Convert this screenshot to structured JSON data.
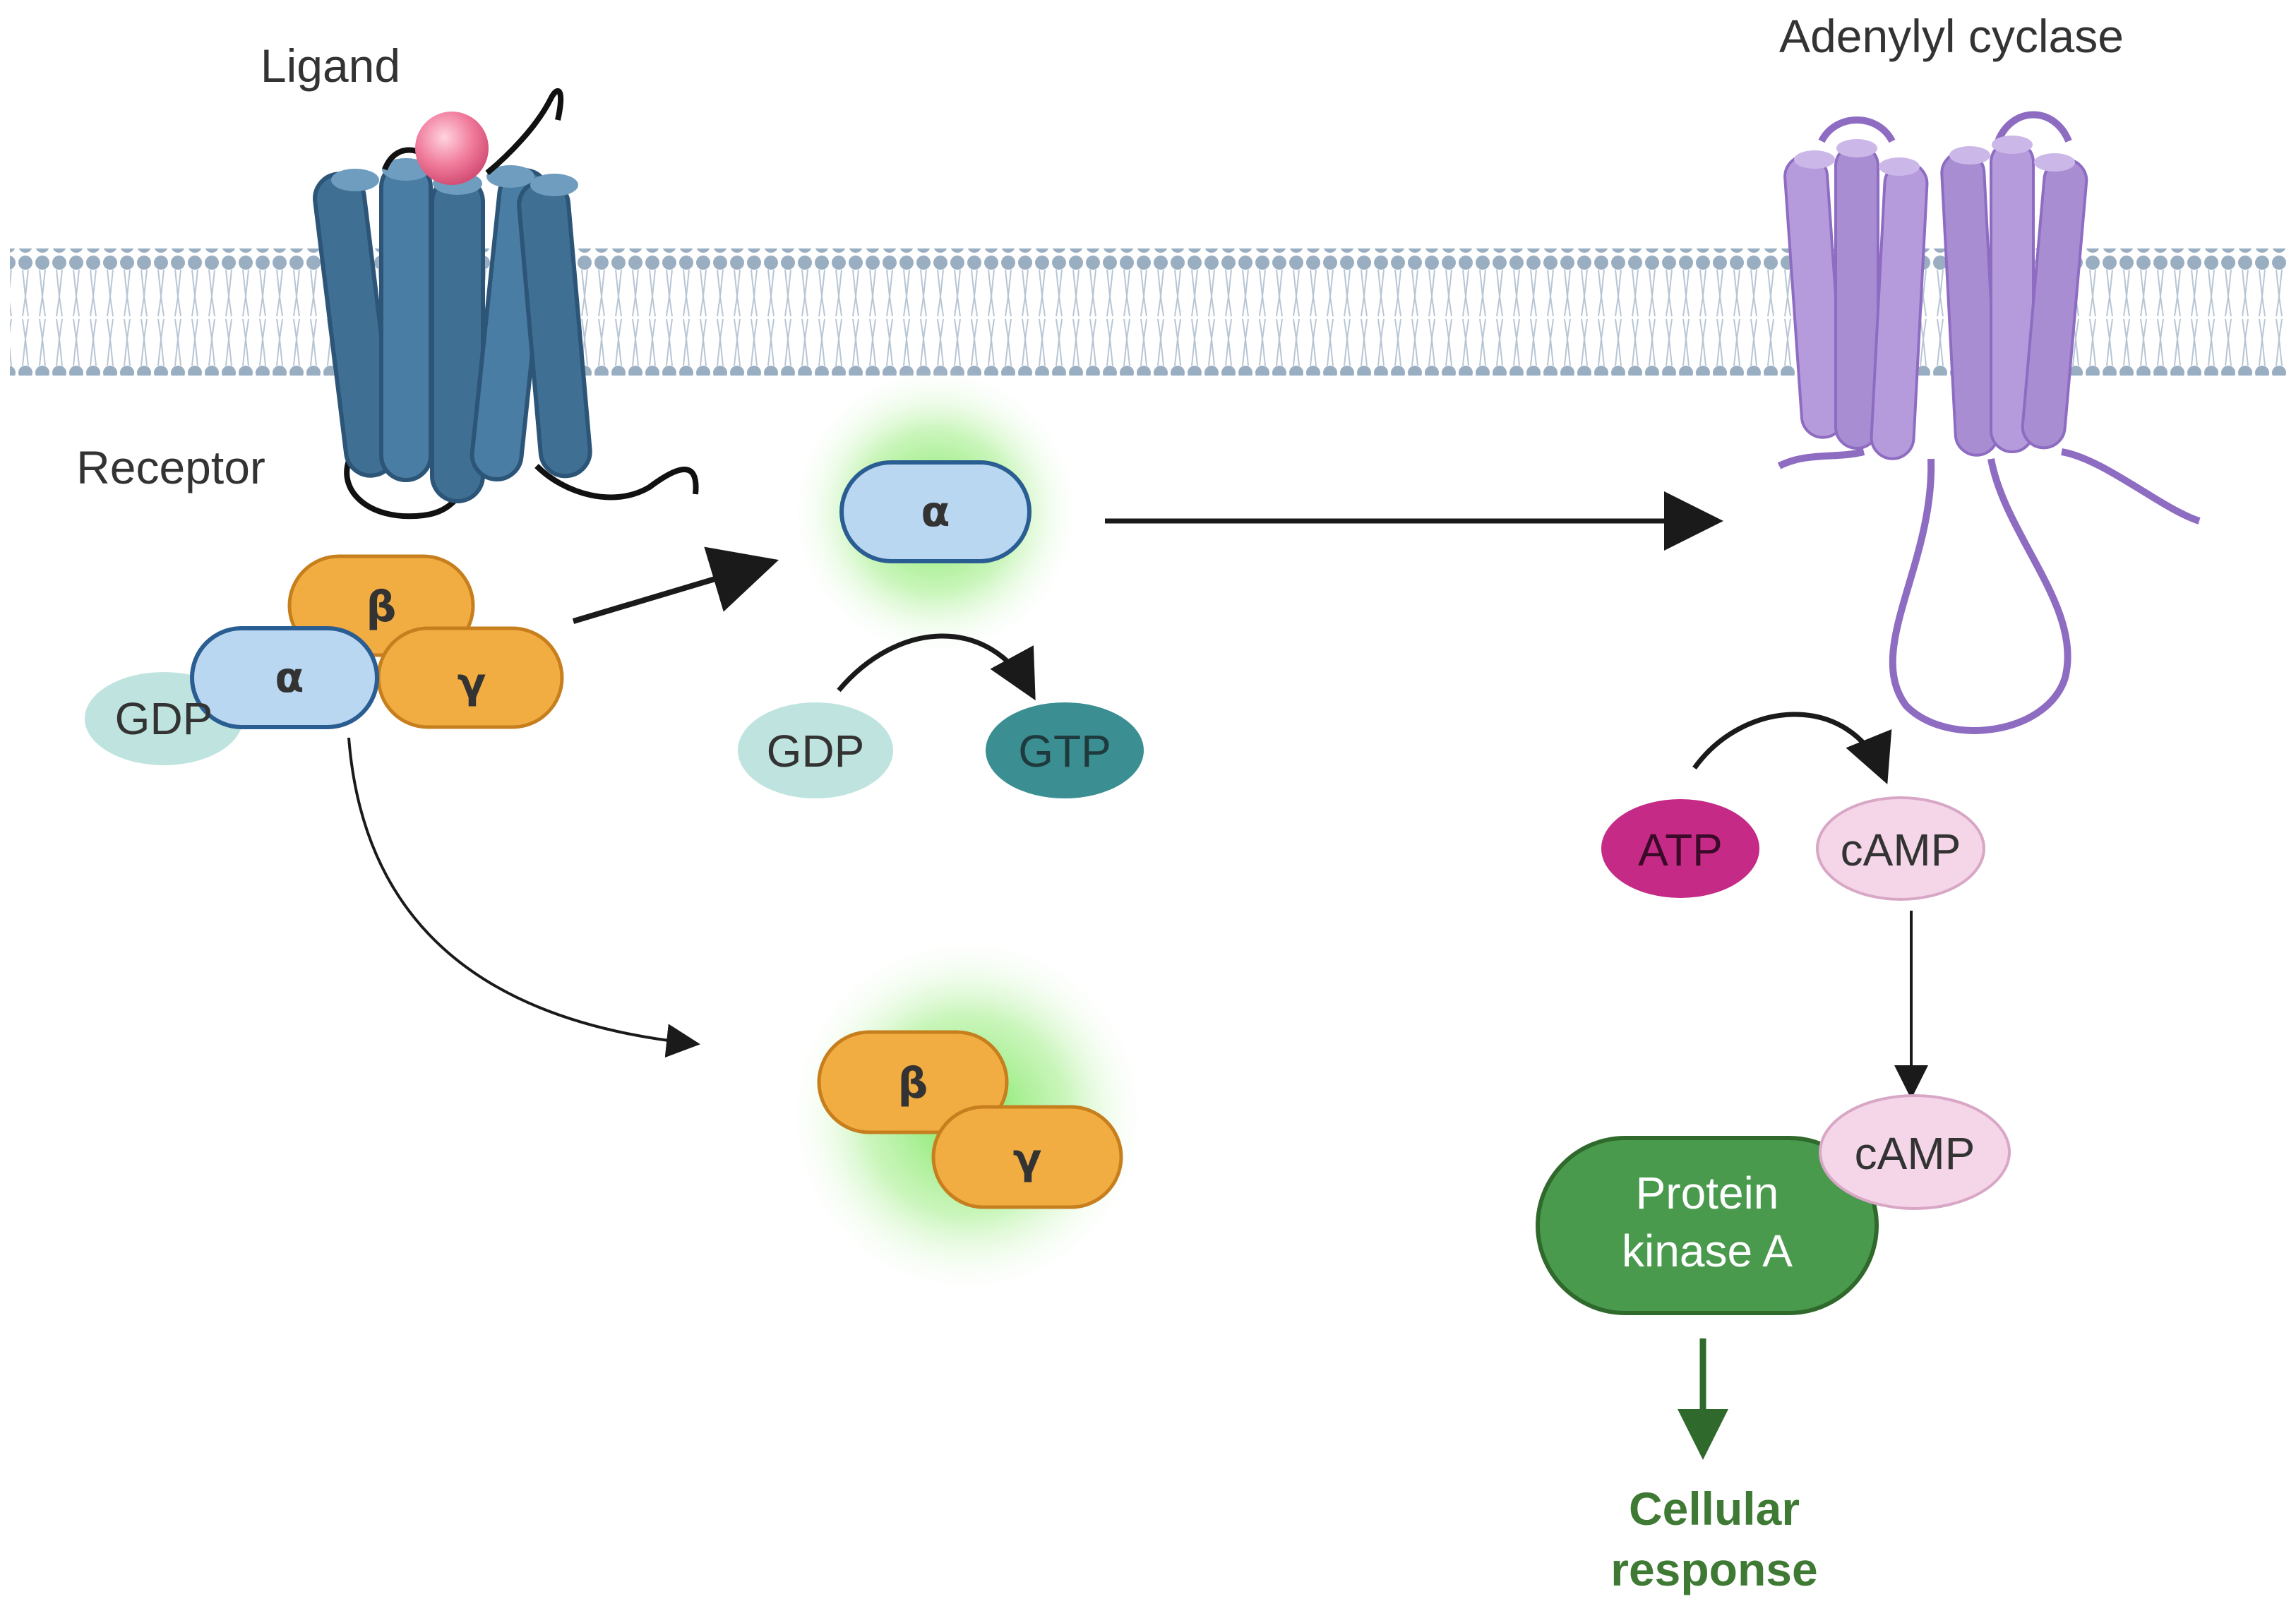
{
  "labels": {
    "ligand": "Ligand",
    "receptor": "Receptor",
    "adenylyl_cyclase": "Adenylyl cyclase",
    "protein_kinase_line1": "Protein",
    "protein_kinase_line2": "kinase A",
    "cellular_response_line1": "Cellular",
    "cellular_response_line2": "response"
  },
  "subunits": {
    "alpha": "α",
    "beta": "β",
    "gamma": "γ"
  },
  "molecules": {
    "gdp": "GDP",
    "gtp": "GTP",
    "atp": "ATP",
    "camp": "cAMP"
  },
  "colors": {
    "receptor": "#3f6f93",
    "ligand": "#f07a9a",
    "alpha": "#b9d7f1",
    "alpha_stroke": "#2a5d91",
    "beta_gamma": "#f2ad42",
    "beta_gamma_stroke": "#c77f1e",
    "gdp": "#bfe4df",
    "gtp": "#3b8f93",
    "atp": "#c42a86",
    "camp": "#f4d6e8",
    "pka": "#4a9a4e",
    "adenylyl_cyclase": "#a88dd2",
    "membrane_head": "#9aaec2",
    "glow": "#6be24a"
  }
}
